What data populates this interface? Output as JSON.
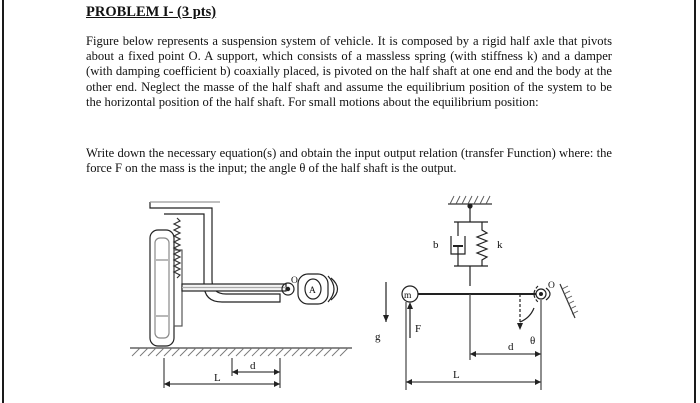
{
  "problem": {
    "title": "PROBLEM I- (3 pts)",
    "paragraph1": "Figure below represents a suspension system of vehicle. It is composed by a rigid half axle that pivots about a fixed point O. A support, which consists of a massless spring (with stiffness k) and a damper (with damping coefficient b) coaxially placed, is pivoted on the half shaft at one end and the body at the other end. Neglect the masse of the half shaft and assume the equilibrium position of the system to be the horizontal position of the half shaft. For small motions about the equilibrium position:",
    "paragraph2": "Write down the necessary equation(s) and obtain the input output relation (transfer Function) where: the force F on the mass is the input;   the angle θ of the half shaft is the output."
  },
  "figure": {
    "left_labels": {
      "pivot": "O",
      "axle_box": "A",
      "d": "d",
      "L": "L"
    },
    "right_labels": {
      "b": "b",
      "k": "k",
      "m": "m",
      "g": "g",
      "F": "F",
      "O": "O",
      "theta": "θ",
      "d": "d",
      "L": "L"
    }
  }
}
